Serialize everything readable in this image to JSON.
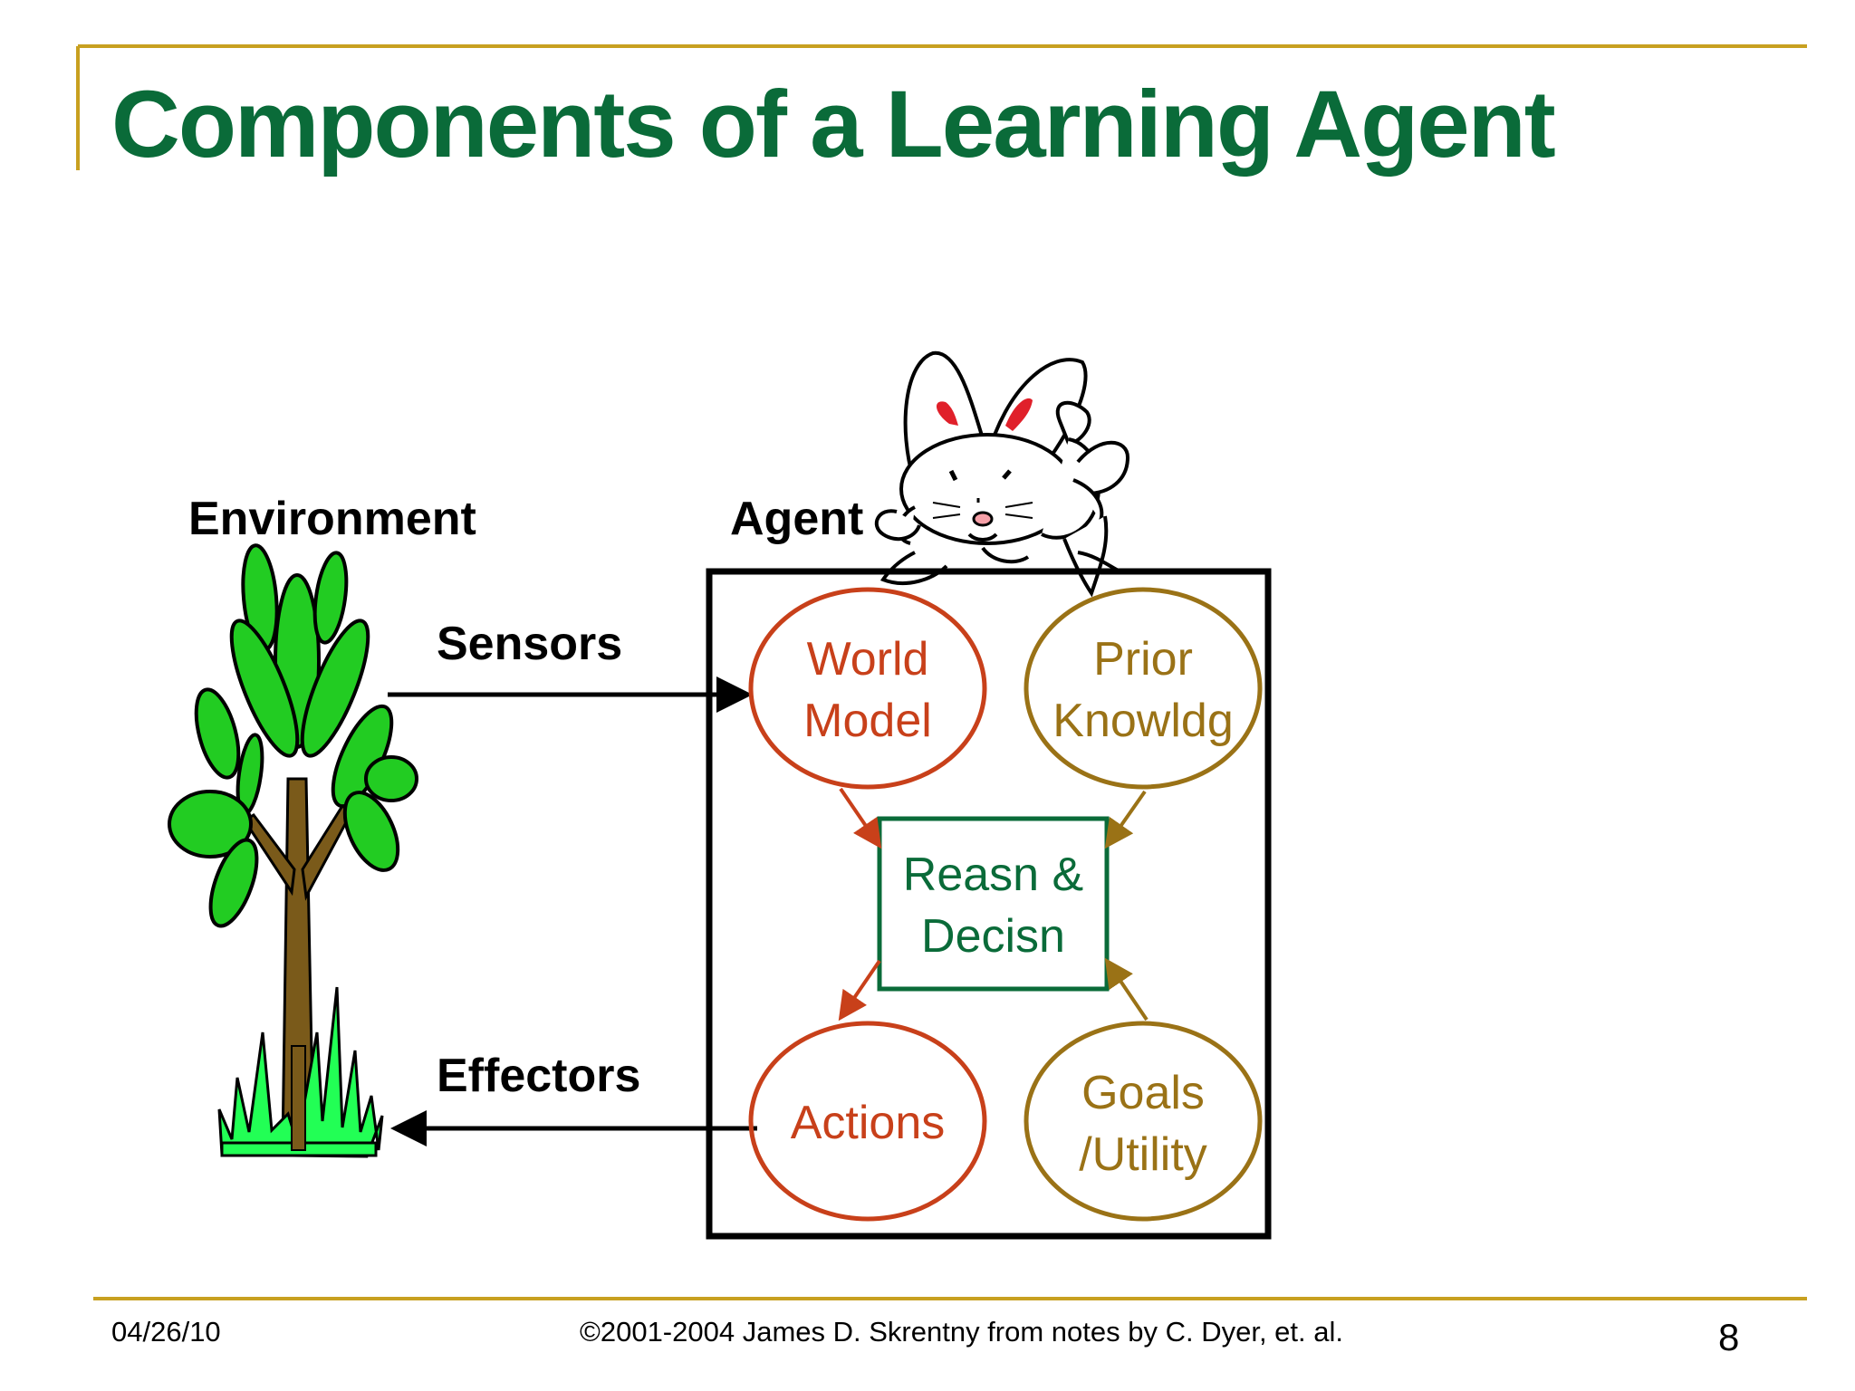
{
  "slide": {
    "title": "Components of a Learning Agent",
    "colors": {
      "title": "#0a6b39",
      "rule": "#c8a020",
      "world_actions": "#c8401a",
      "prior_goals": "#9a7216",
      "reason": "#0a6b39",
      "leaf": "#22cc22",
      "trunk": "#7a5a1a"
    }
  },
  "diagram": {
    "environment_label": "Environment",
    "agent_label": "Agent",
    "sensors_label": "Sensors",
    "effectors_label": "Effectors",
    "nodes": {
      "world_model": [
        "World",
        "Model"
      ],
      "prior_knowledge": [
        "Prior",
        "Knowldg"
      ],
      "reasoning": [
        "Reasn &",
        "Decisn"
      ],
      "actions": [
        "Actions"
      ],
      "goals": [
        "Goals",
        "/Utility"
      ]
    }
  },
  "footer": {
    "date": "04/26/10",
    "copyright": "©2001-2004 James D. Skrentny from notes by C. Dyer, et. al.",
    "page": "8"
  }
}
